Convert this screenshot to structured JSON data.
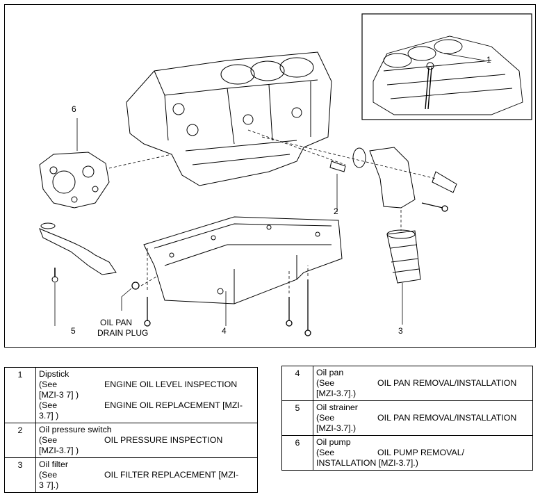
{
  "callouts": {
    "c1": "1",
    "c2": "2",
    "c3": "3",
    "c4": "4",
    "c5": "5",
    "c6": "6",
    "drain_plug_line1": "OIL PAN",
    "drain_plug_line2": "DRAIN PLUG"
  },
  "legend_left": [
    {
      "num": "1",
      "name": "Dipstick",
      "refs": [
        {
          "see": "(See",
          "proc": "ENGINE OIL LEVEL INSPECTION",
          "cont": "[MZI-3 7] )"
        },
        {
          "see": "(See",
          "proc": "ENGINE OIL REPLACEMENT [MZI-",
          "cont": "3.7] )"
        }
      ]
    },
    {
      "num": "2",
      "name": "Oil pressure switch",
      "refs": [
        {
          "see": "(See",
          "proc": "OIL PRESSURE INSPECTION",
          "cont": "[MZI-3.7] )"
        }
      ]
    },
    {
      "num": "3",
      "name": "Oil filter",
      "refs": [
        {
          "see": "(See",
          "proc": "OIL FILTER REPLACEMENT [MZI-",
          "cont": "3 7].)"
        }
      ]
    }
  ],
  "legend_right": [
    {
      "num": "4",
      "name": "Oil pan",
      "refs": [
        {
          "see": "(See",
          "proc": "OIL PAN REMOVAL/INSTALLATION",
          "cont": "[MZI-3.7].)"
        }
      ]
    },
    {
      "num": "5",
      "name": "Oil strainer",
      "refs": [
        {
          "see": "(See",
          "proc": "OIL PAN REMOVAL/INSTALLATION",
          "cont": "[MZI-3.7].)"
        }
      ]
    },
    {
      "num": "6",
      "name": "Oil pump",
      "refs": [
        {
          "see": "(See",
          "proc": "OIL PUMP REMOVAL/",
          "cont": "INSTALLATION [MZI-3.7].)"
        }
      ]
    }
  ]
}
